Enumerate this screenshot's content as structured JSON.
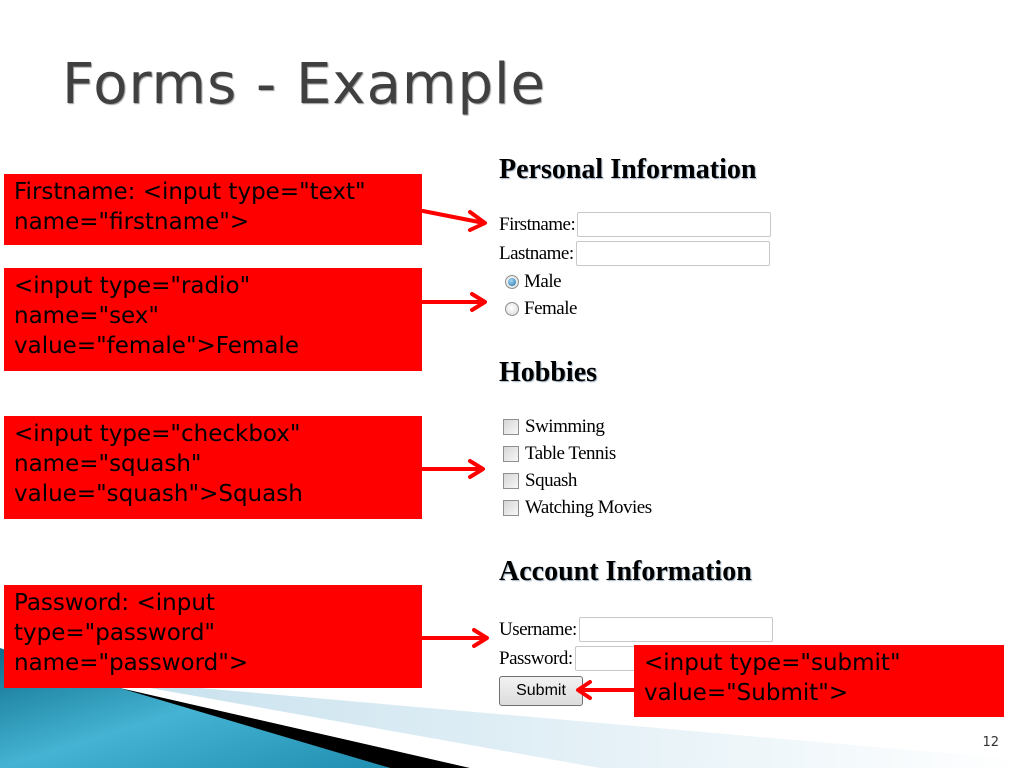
{
  "slide": {
    "title": "Forms - Example",
    "page_number": "12"
  },
  "colors": {
    "callout_bg": "#ff0000",
    "arrow": "#ff0000",
    "title_text": "#404040",
    "corner_teal": "#2b95b4"
  },
  "callouts": [
    {
      "id": "text-input",
      "text": "Firstname: <input type=\"text\"\nname=\"firstname\">"
    },
    {
      "id": "radio-input",
      "text": "<input type=\"radio\"\nname=\"sex\"\nvalue=\"female\">Female"
    },
    {
      "id": "checkbox-input",
      "text": "<input type=\"checkbox\"\nname=\"squash\"\nvalue=\"squash\">Squash"
    },
    {
      "id": "password-input",
      "text": "Password: <input\ntype=\"password\"\nname=\"password\">"
    },
    {
      "id": "submit-input",
      "text": "<input type=\"submit\"\nvalue=\"Submit\">"
    }
  ],
  "form": {
    "personal": {
      "heading": "Personal Information",
      "firstname_label": "Firstname:",
      "firstname_value": "",
      "lastname_label": "Lastname:",
      "lastname_value": "",
      "gender_options": [
        {
          "label": "Male",
          "checked": true
        },
        {
          "label": "Female",
          "checked": false
        }
      ]
    },
    "hobbies": {
      "heading": "Hobbies",
      "options": [
        {
          "label": "Swimming",
          "checked": false
        },
        {
          "label": "Table Tennis",
          "checked": false
        },
        {
          "label": "Squash",
          "checked": false
        },
        {
          "label": "Watching Movies",
          "checked": false
        }
      ]
    },
    "account": {
      "heading": "Account Information",
      "username_label": "Username:",
      "username_value": "",
      "password_label": "Password:",
      "password_value": "",
      "submit_label": "Submit"
    }
  }
}
